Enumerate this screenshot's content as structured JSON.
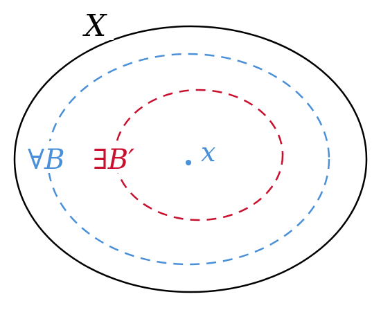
{
  "labels": {
    "set": "X",
    "outer_neighborhood": "∀B",
    "inner_neighborhood": "∃B′",
    "point": "x"
  },
  "colors": {
    "set_outline": "#000000",
    "outer_neighborhood": "#4a90d9",
    "inner_neighborhood": "#c8102e",
    "point": "#4a90d9"
  }
}
